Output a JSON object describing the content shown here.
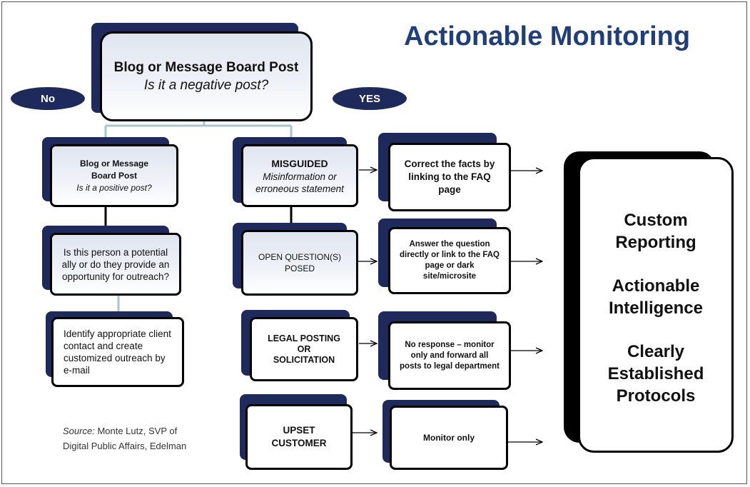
{
  "title": "Actionable Monitoring",
  "top": {
    "title": "Blog or Message Board Post",
    "question": "Is it a negative post?"
  },
  "branches": {
    "no": "No",
    "yes": "YES"
  },
  "left": {
    "positive": {
      "line1": "Blog or Message",
      "line2": "Board Post",
      "question": "Is it a positive post?"
    },
    "ally": "Is this person a potential ally or do they provide an opportunity for outreach?",
    "outreach": "Identify appropriate client contact and create customized outreach by e-mail"
  },
  "middle": {
    "misguided": {
      "title": "MISGUIDED",
      "sub": "Misinformation or erroneous statement"
    },
    "question": {
      "line1": "OPEN QUESTION(S)",
      "line2": "POSED"
    },
    "legal": {
      "line1": "LEGAL POSTING",
      "line2": "OR",
      "line3": "SOLICITATION"
    },
    "upset": {
      "line1": "UPSET",
      "line2": "CUSTOMER"
    }
  },
  "actions": {
    "correct": "Correct the facts by linking to the FAQ page",
    "answer": "Answer the question directly or link to the FAQ page or dark site/microsite",
    "no_response": "No response – monitor only and forward all posts to legal department",
    "monitor": "Monitor only"
  },
  "outcome": {
    "item1": "Custom Reporting",
    "item2": "Actionable Intelligence",
    "item3": "Clearly Established Protocols"
  },
  "source": {
    "label": "Source:",
    "text1": "Monte Lutz, SVP of",
    "text2": "Digital Public Affairs, Edelman"
  },
  "colors": {
    "navy": "#1f2a5c",
    "title": "#1f3e7c",
    "connector": "#a9c4cc"
  }
}
